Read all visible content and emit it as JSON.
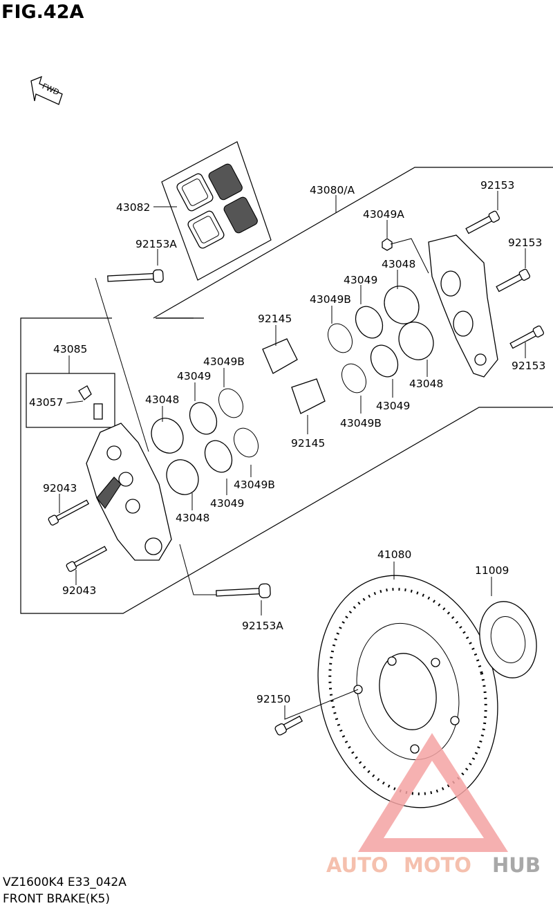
{
  "figure": {
    "title": "FIG.42A",
    "model_code": "VZ1600K4 E33_042A",
    "section_name": "FRONT BRAKE(K5)"
  },
  "direction": {
    "label": "FWD"
  },
  "watermark": {
    "brand_auto": "AUTO",
    "brand_moto": "MOTO",
    "brand_hub": "HUB",
    "color_primary": "#f4a3a3",
    "color_hub": "#9a9a9a"
  },
  "parts": {
    "p43082": "43082",
    "p92153A_top": "92153A",
    "p43080A": "43080/A",
    "p43049A": "43049A",
    "p92153_1": "92153",
    "p92153_2": "92153",
    "p92153_3": "92153",
    "p43048_r1": "43048",
    "p43049_r1": "43049",
    "p43049B_r1": "43049B",
    "p92145_top": "92145",
    "p43048_r2": "43048",
    "p43049_r2": "43049",
    "p43049B_r2": "43049B",
    "p92145_bot": "92145",
    "p43085": "43085",
    "p43057": "43057",
    "p43049B_l1": "43049B",
    "p43049_l1": "43049",
    "p43048_l1": "43048",
    "p43049B_l2": "43049B",
    "p43049_l2": "43049",
    "p43048_l2": "43048",
    "p92043_top": "92043",
    "p92043_bot": "92043",
    "p92153A_bot": "92153A",
    "p41080": "41080",
    "p11009": "11009",
    "p92150": "92150"
  }
}
